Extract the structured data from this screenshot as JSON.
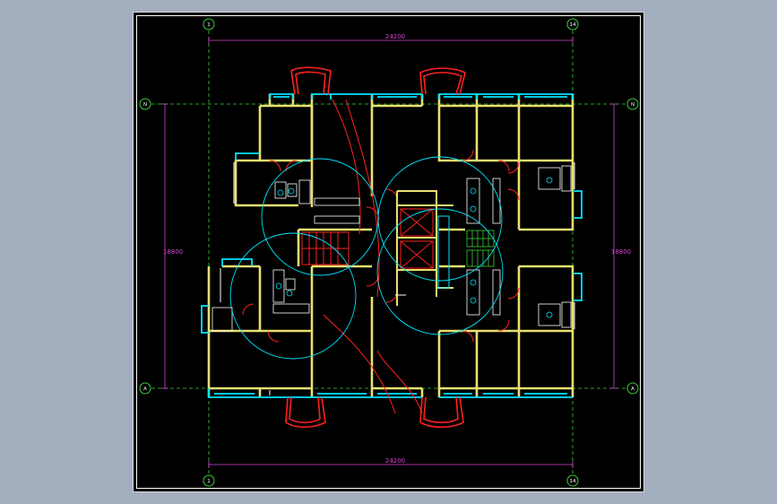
{
  "drawing": {
    "dimensions": {
      "top": "24200",
      "bottom": "24200",
      "left": "18800",
      "right": "18800"
    },
    "grid_labels": {
      "top_left": "1",
      "top_right": "14",
      "bottom_left": "1",
      "bottom_right": "14",
      "left_upper": "N",
      "left_lower": "A",
      "right_upper": "N",
      "right_lower": "A"
    },
    "colors": {
      "background": "#000000",
      "canvas_surround": "#a3aebf",
      "wall": "#e8e070",
      "window": "#00e5ff",
      "door": "#ff2020",
      "dimension": "#d648d6",
      "grid_axis": "#39d039",
      "white_detail": "#ffffff",
      "stair_hatch": "#39d039"
    }
  }
}
